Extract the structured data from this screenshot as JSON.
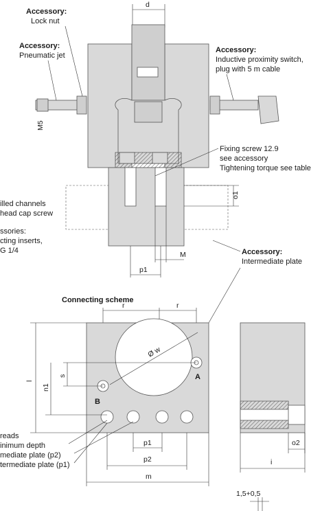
{
  "top_view": {
    "dim_d": "d",
    "accessory_lock_nut": {
      "title": "Accessory:",
      "text": "Lock nut"
    },
    "accessory_pneumatic_jet": {
      "title": "Accessory:",
      "text": "Pneumatic jet"
    },
    "accessory_proximity": {
      "title": "Accessory:",
      "line1": "Inductive proximity switch,",
      "line2": "plug with 5 m cable"
    },
    "dim_m5": "M5",
    "fixing_screw": {
      "line1": "Fixing screw 12.9",
      "line2": "see accessory",
      "line3": "Tightening torque see table"
    },
    "dim_o1": "o1",
    "drilled_channels": {
      "line1": "illed channels",
      "line2": "head cap screw"
    },
    "accessories_note": {
      "line1": "ssories:",
      "line2": "cting inserts,",
      "line3": "G 1/4"
    },
    "dim_M": "M",
    "dim_p1": "p1",
    "accessory_intermediate": {
      "title": "Accessory:",
      "text": "Intermediate plate"
    }
  },
  "connecting_scheme": {
    "title": "Connecting scheme",
    "dim_r_left": "r",
    "dim_r_right": "r",
    "dim_w": "Ø w",
    "port_a": "A",
    "port_b": "B",
    "dim_s": "s",
    "dim_n1": "n1",
    "dim_l": "l",
    "dim_p1": "p1",
    "dim_p2": "p2",
    "dim_m": "m",
    "notes": {
      "line1": "reads",
      "line2": "inimum depth",
      "line3": "mediate plate (p2)",
      "line4": "termediate plate (p1)"
    }
  },
  "side_view": {
    "dim_o2": "o2",
    "dim_i": "i",
    "dim_tol": "1,5+0,5"
  }
}
